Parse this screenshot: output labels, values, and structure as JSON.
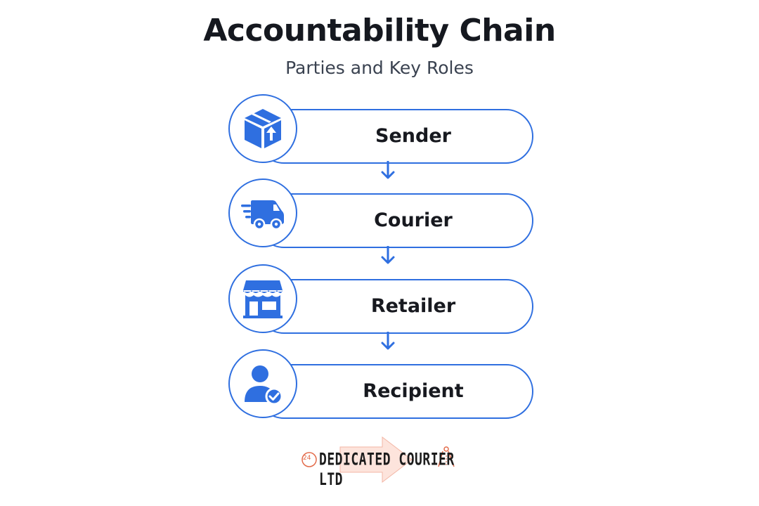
{
  "title": "Accountability Chain",
  "subtitle": "Parties and Key Roles",
  "colors": {
    "accent": "#2f6fe0",
    "logo_accent": "#e36b4a"
  },
  "steps": [
    {
      "label": "Sender",
      "icon": "package-upload-icon"
    },
    {
      "label": "Courier",
      "icon": "delivery-van-icon"
    },
    {
      "label": "Retailer",
      "icon": "storefront-icon"
    },
    {
      "label": "Recipient",
      "icon": "user-check-icon"
    }
  ],
  "logo": {
    "number": "24",
    "text": "DEDICATED COURIER LTD"
  }
}
